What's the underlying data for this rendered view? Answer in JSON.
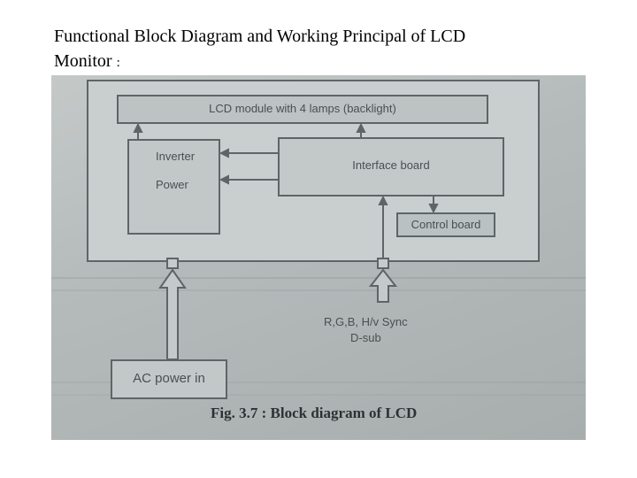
{
  "page": {
    "heading_line1": "Functional Block Diagram and Working Principal of LCD",
    "heading_line2": "Monitor",
    "heading_colon": ":"
  },
  "diagram": {
    "lcd_module": "LCD module with 4 lamps (backlight)",
    "inverter": "Inverter",
    "power": "Power",
    "interface_board": "Interface board",
    "control_board": "Control board",
    "signal_line1": "R,G,B, H/v Sync",
    "signal_line2": "D-sub",
    "ac_power": "AC power in",
    "caption_prefix": "Fig. 3.7 :",
    "caption_text": "Block diagram of LCD"
  },
  "colors": {
    "line": "#5f6567",
    "text": "#4a4f52",
    "photo_bg": "#b5bbbb"
  }
}
